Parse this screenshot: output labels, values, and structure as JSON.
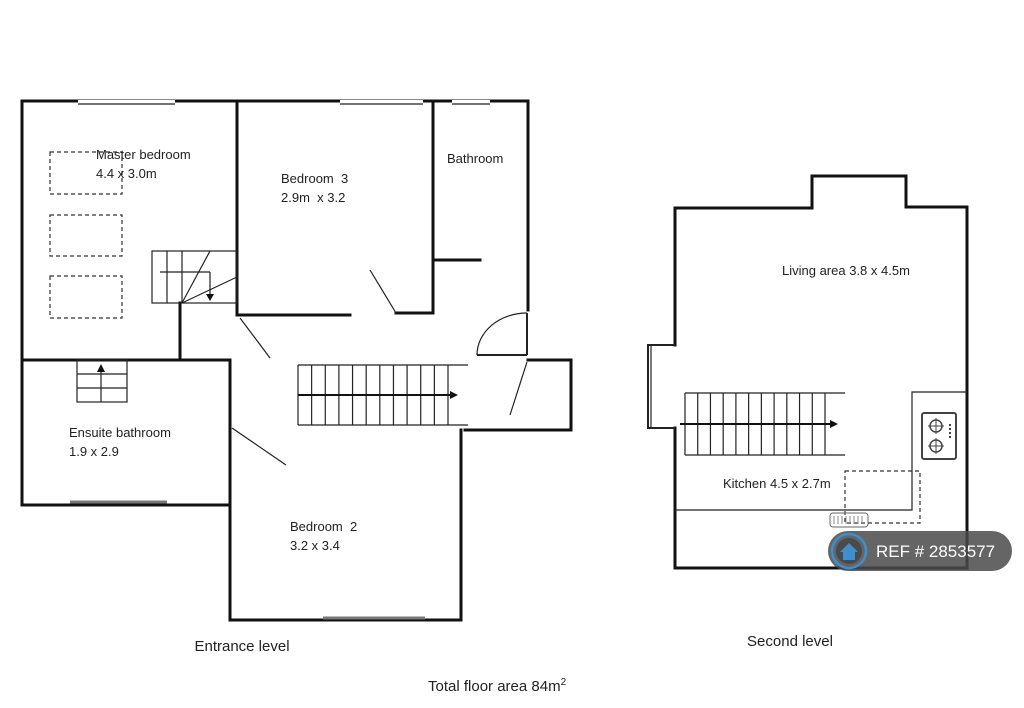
{
  "entrance_level": {
    "caption": "Entrance level",
    "rooms": {
      "master_bedroom": {
        "name": "Master bedroom",
        "size": "4.4 x 3.0m"
      },
      "bedroom3": {
        "name": "Bedroom  3",
        "size": "2.9m  x 3.2"
      },
      "bathroom": {
        "name": "Bathroom"
      },
      "ensuite": {
        "name": "Ensuite bathroom",
        "size": "1.9 x 2.9"
      },
      "bedroom2": {
        "name": "Bedroom  2",
        "size": "3.2 x 3.4"
      }
    }
  },
  "second_level": {
    "caption": "Second level",
    "rooms": {
      "living": {
        "name": "Living area 3.8 x 4.5m"
      },
      "kitchen": {
        "name": "Kitchen 4.5 x 2.7m"
      }
    }
  },
  "total_area": {
    "label": "Total floor area 84m",
    "superscript": "2"
  },
  "ref_badge": {
    "text": "REF # 2853577",
    "icon": "home-icon",
    "color": "#5a5a5a"
  }
}
